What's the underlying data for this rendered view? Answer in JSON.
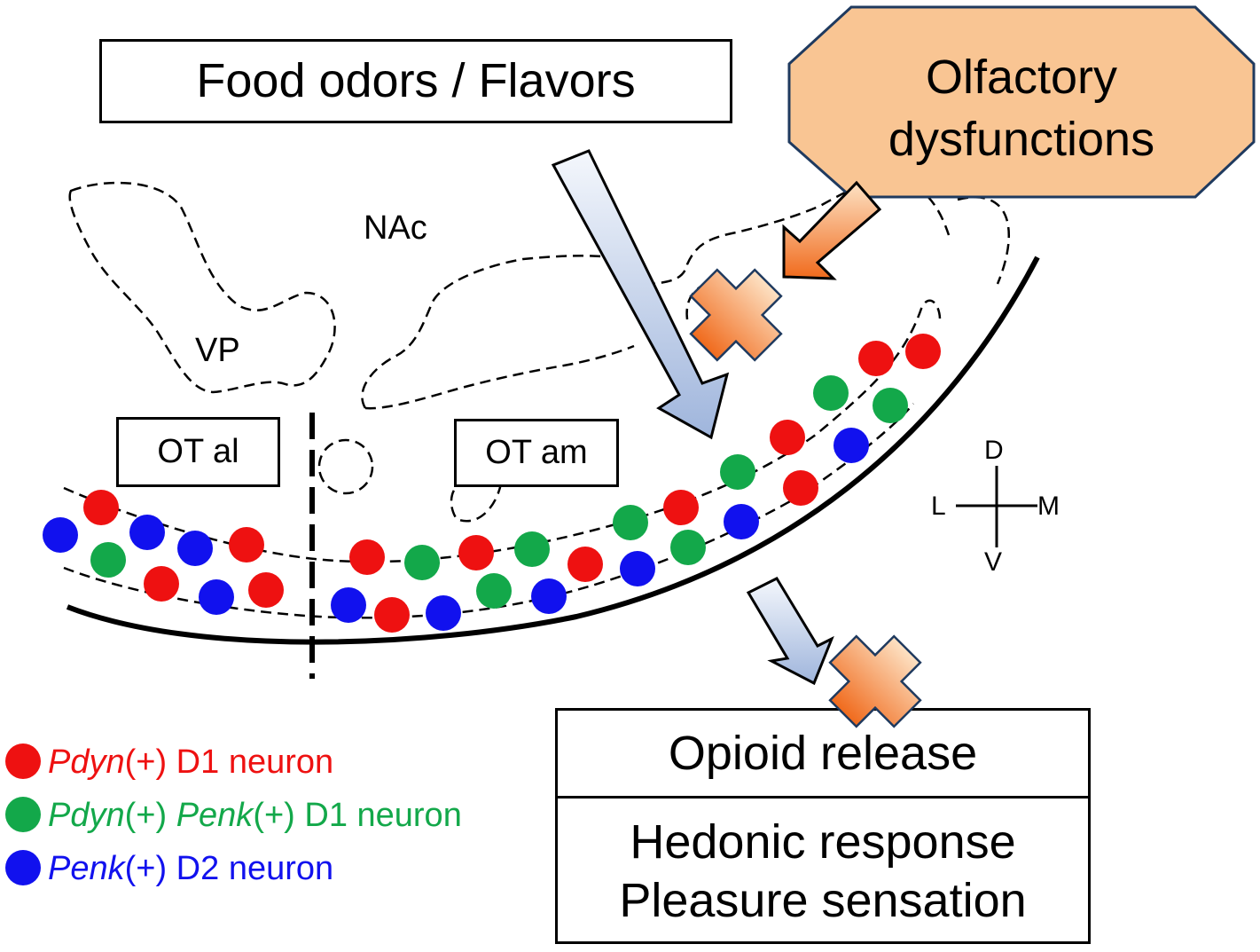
{
  "colors": {
    "pdyn_d1": "#ee1111",
    "pdyn_penk_d1": "#13a84a",
    "penk_d2": "#1111ee",
    "arrow_blue_light": "#f4f7fc",
    "arrow_blue_dark": "#9fb5dc",
    "arrow_orange_light": "#fde2c4",
    "arrow_orange_dark": "#f06a1c",
    "olfactory_fill": "#f9c593",
    "olfactory_border": "#1f3a5f"
  },
  "labels": {
    "food_odors": "Food odors / Flavors",
    "olfactory_line1": "Olfactory",
    "olfactory_line2": "dysfunctions",
    "nac": "NAc",
    "vp": "VP",
    "ot_al": "OT al",
    "ot_am": "OT am",
    "opioid_release": "Opioid release",
    "hedonic_response": "Hedonic response",
    "pleasure_sensation": "Pleasure sensation"
  },
  "directions": {
    "d": "D",
    "l": "L",
    "m": "M",
    "v": "V"
  },
  "legend": {
    "pdyn_d1": {
      "gene": "Pdyn",
      "mid": "(+) D1 neuron"
    },
    "pdyn_penk_d1": {
      "gene1": "Pdyn",
      "mid1": "(+) ",
      "gene2": "Penk",
      "mid2": "(+) D1 neuron"
    },
    "penk_d2": {
      "gene": "Penk",
      "mid": "(+) D2 neuron"
    }
  },
  "icons": [
    "down-right-blue-arrow",
    "down-left-orange-arrow",
    "blocked-cross-icon",
    "compass-icon"
  ]
}
